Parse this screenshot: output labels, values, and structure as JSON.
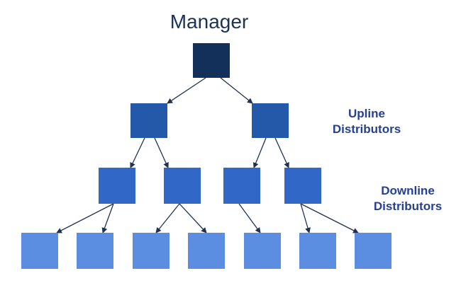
{
  "title": "Manager",
  "labels": {
    "upline_line1": "Upline",
    "upline_line2": "Distributors",
    "downline_line1": "Downline",
    "downline_line2": "Distributors"
  },
  "colors": {
    "manager": "#12305a",
    "upline": "#2459aa",
    "downline": "#3167c7",
    "bottom": "#5b8ee0",
    "label": "#27408f",
    "arrow": "#1f3350"
  }
}
